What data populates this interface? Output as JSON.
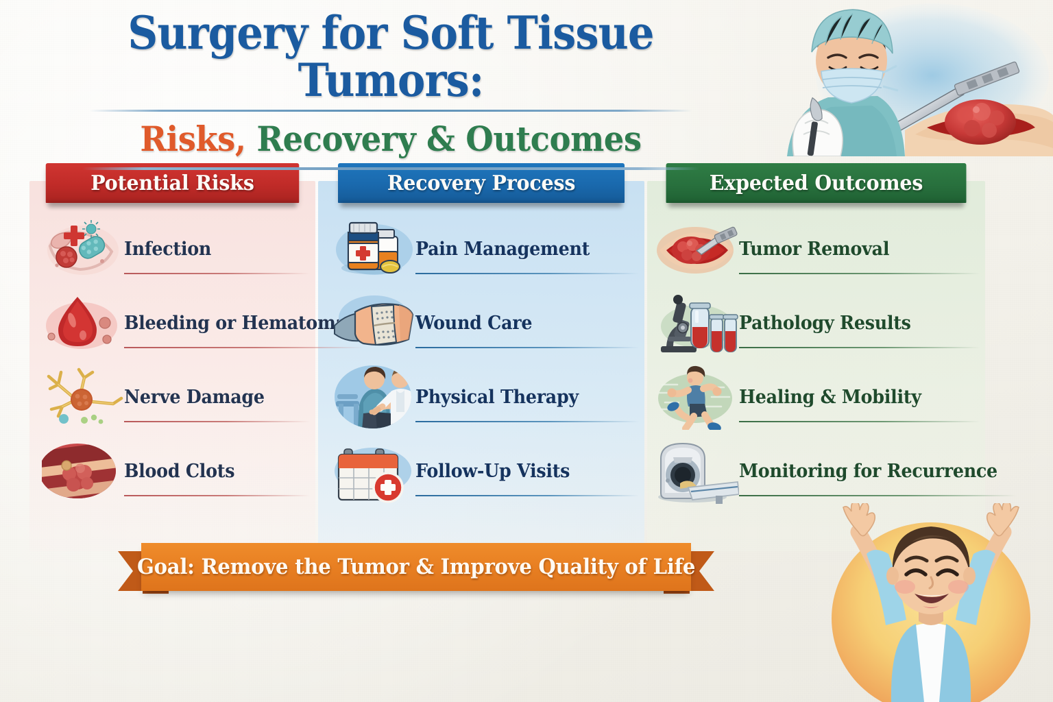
{
  "header": {
    "title_main": "Surgery for Soft Tissue Tumors:",
    "subtitle_part1": "Risks,",
    "subtitle_part2": " Recovery & Outcomes",
    "colors": {
      "title_blue": "#1b5ba0",
      "subtitle_orange": "#e05a2b",
      "subtitle_green": "#2f7d4f"
    }
  },
  "columns": [
    {
      "id": "potential-risks",
      "banner_label": "Potential Risks",
      "accent": "#c02b28",
      "panel_tint": "#f8e0dd",
      "items": [
        {
          "label": "Infection",
          "icon": "bacteria-red-cross-icon"
        },
        {
          "label": "Bleeding or Hematoma",
          "icon": "blood-drop-icon"
        },
        {
          "label": "Nerve Damage",
          "icon": "nerve-cell-icon"
        },
        {
          "label": "Blood Clots",
          "icon": "blood-clot-vessel-icon"
        }
      ]
    },
    {
      "id": "recovery-process",
      "banner_label": "Recovery Process",
      "accent": "#1a69ad",
      "panel_tint": "#c5dff2",
      "items": [
        {
          "label": "Pain Management",
          "icon": "pill-bottles-icon"
        },
        {
          "label": "Wound Care",
          "icon": "bandage-icon"
        },
        {
          "label": "Physical Therapy",
          "icon": "therapist-patient-icon"
        },
        {
          "label": "Follow-Up Visits",
          "icon": "calendar-medical-icon"
        }
      ]
    },
    {
      "id": "expected-outcomes",
      "banner_label": "Expected Outcomes",
      "accent": "#28703d",
      "panel_tint": "#dfebd9",
      "items": [
        {
          "label": "Tumor Removal",
          "icon": "scalpel-tumor-incision-icon"
        },
        {
          "label": "Pathology Results",
          "icon": "microscope-test-tubes-icon"
        },
        {
          "label": "Healing & Mobility",
          "icon": "running-person-icon"
        },
        {
          "label": "Monitoring for Recurrence",
          "icon": "mri-scanner-icon"
        }
      ]
    }
  ],
  "goal_ribbon": {
    "text": "Goal: Remove the Tumor & Improve Quality of Life",
    "color": "#e87f22"
  },
  "illustrations": {
    "surgeon": "surgeon-with-scalpel-and-tumor-illustration",
    "patient": "happy-patient-arms-raised-illustration"
  }
}
